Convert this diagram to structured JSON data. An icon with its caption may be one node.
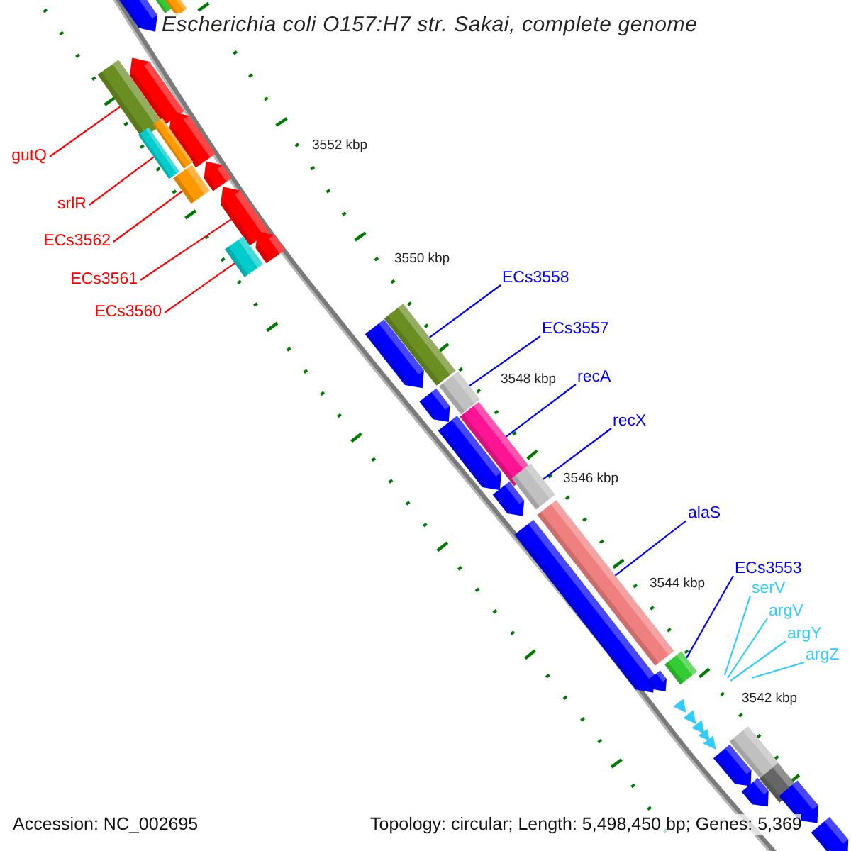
{
  "diagram": {
    "title": "Escherichia coli O157:H7 str. Sakai, complete genome",
    "nodes": [
      {
        "text": [
          "gutQ"
        ]
      },
      {
        "text": [
          "srlR"
        ]
      },
      {
        "text": [
          "ECs3562"
        ]
      },
      {
        "text": [
          "ECs3561"
        ]
      },
      {
        "text": [
          "ECs3560"
        ]
      },
      {
        "text": [
          "ECs3558"
        ]
      },
      {
        "text": [
          "ECs3557"
        ]
      },
      {
        "text": [
          "recA"
        ]
      },
      {
        "text": [
          "recX"
        ]
      },
      {
        "text": [
          "alaS"
        ]
      },
      {
        "text": [
          "ECs3553"
        ]
      },
      {
        "text": [
          "serV"
        ]
      },
      {
        "text": [
          "argV"
        ]
      },
      {
        "text": [
          "argY"
        ]
      },
      {
        "text": [
          "argZ"
        ]
      },
      {
        "text": [],
        "shape": "box"
      },
      {
        "text": [],
        "shape": "box"
      },
      {
        "text": [],
        "shape": "box"
      },
      {
        "text": [],
        "shape": "pentagon"
      },
      {
        "text": [],
        "shape": "box"
      },
      {
        "text": [],
        "shape": "box"
      },
      {
        "text": [],
        "shape": "box"
      },
      {
        "text": [],
        "shape": "box"
      },
      {
        "text": [],
        "shape": "box"
      },
      {
        "text": [],
        "shape": "box"
      },
      {
        "text": [],
        "shape": "box"
      },
      {
        "text": [],
        "shape": "triangle"
      },
      {
        "text": [],
        "shape": "triangle"
      },
      {
        "text": [],
        "shape": "triangle"
      },
      {
        "text": [],
        "shape": "triangle"
      },
      {
        "text": [],
        "shape": "pentagon"
      },
      {
        "text": [],
        "shape": "box"
      },
      {
        "text": [],
        "shape": "box"
      },
      {
        "text": [],
        "shape": "pentagon"
      },
      {
        "text": [],
        "shape": "pentagon"
      },
      {
        "text": [],
        "shape": "box"
      },
      {
        "text": [],
        "shape": "pentagon"
      },
      {
        "text": [],
        "shape": "pentagon"
      },
      {
        "text": [],
        "shape": "pentagon"
      },
      {
        "text": [],
        "shape": "pentagon"
      },
      {
        "text": [],
        "shape": "pentagon"
      },
      {
        "text": [],
        "shape": "pentagon"
      },
      {
        "text": [],
        "shape": "pentagon"
      },
      {
        "text": [],
        "shape": "pentagon"
      },
      {
        "text": [],
        "shape": "triangle"
      },
      {
        "text": [],
        "shape": "box"
      },
      {
        "text": [],
        "shape": "box"
      },
      {
        "text": [],
        "shape": "pentagon"
      },
      {
        "text": [],
        "shape": "pentagon"
      },
      {
        "text": [],
        "shape": "pentagon"
      },
      {
        "text": [],
        "shape": "pentagon"
      }
    ],
    "edges": [
      {
        "from": 0,
        "to": 15,
        "arrow": "none",
        "color": "#ff0000"
      },
      {
        "from": 1,
        "to": 16,
        "arrow": "none",
        "color": "#ff0000"
      },
      {
        "from": 2,
        "to": 17,
        "arrow": "none",
        "color": "#ff0000"
      },
      {
        "from": 3,
        "to": 18,
        "arrow": "none",
        "color": "#ff0000"
      },
      {
        "from": 4,
        "to": 19,
        "arrow": "none",
        "color": "#ff0000"
      },
      {
        "from": 5,
        "to": 20,
        "arrow": "none"
      },
      {
        "from": 6,
        "to": 21,
        "arrow": "none"
      },
      {
        "from": 7,
        "to": 22,
        "arrow": "none"
      },
      {
        "from": 8,
        "to": 23,
        "arrow": "none"
      },
      {
        "from": 9,
        "to": 24,
        "arrow": "none"
      },
      {
        "from": 10,
        "to": 25,
        "arrow": "none"
      },
      {
        "from": 11,
        "to": null,
        "arrow": "none",
        "color": "#33ccff"
      },
      {
        "from": 12,
        "to": null,
        "arrow": "none",
        "color": "#33ccff"
      },
      {
        "from": 13,
        "to": null,
        "arrow": "none",
        "color": "#33ccff"
      },
      {
        "from": 14,
        "to": null,
        "arrow": "none",
        "color": "#33ccff"
      }
    ],
    "labels": [
      "3552 kbp",
      "3550 kbp",
      "3548 kbp",
      "3546 kbp",
      "3544 kbp",
      "3542 kbp",
      "Accession: NC_002695",
      "Topology: circular; Length: 5,498,450 bp; Genes: 5,369"
    ]
  }
}
